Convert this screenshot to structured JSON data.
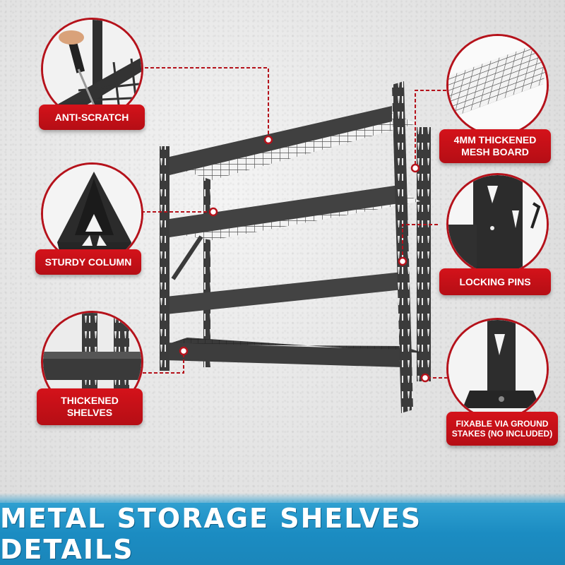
{
  "infographic": {
    "title": "METAL STORAGE SHELVES DETAILS",
    "accent_color": "#c8111a",
    "banner_color": "#1f8fc4",
    "callouts": [
      {
        "id": "anti-scratch",
        "lines": [
          "ANTI-SCRATCH"
        ],
        "side": "left"
      },
      {
        "id": "sturdy-column",
        "lines": [
          "STURDY COLUMN"
        ],
        "side": "left"
      },
      {
        "id": "thickened-shelves",
        "lines": [
          "THICKENED",
          "SHELVES"
        ],
        "side": "left"
      },
      {
        "id": "mesh-board",
        "lines": [
          "4MM THICKENED",
          "MESH BOARD"
        ],
        "side": "right"
      },
      {
        "id": "locking-pins",
        "lines": [
          "LOCKING PINS"
        ],
        "side": "right"
      },
      {
        "id": "ground-stakes",
        "lines": [
          "FIXABLE VIA GROUND",
          "STAKES (NO INCLUDED)"
        ],
        "side": "right"
      }
    ]
  }
}
